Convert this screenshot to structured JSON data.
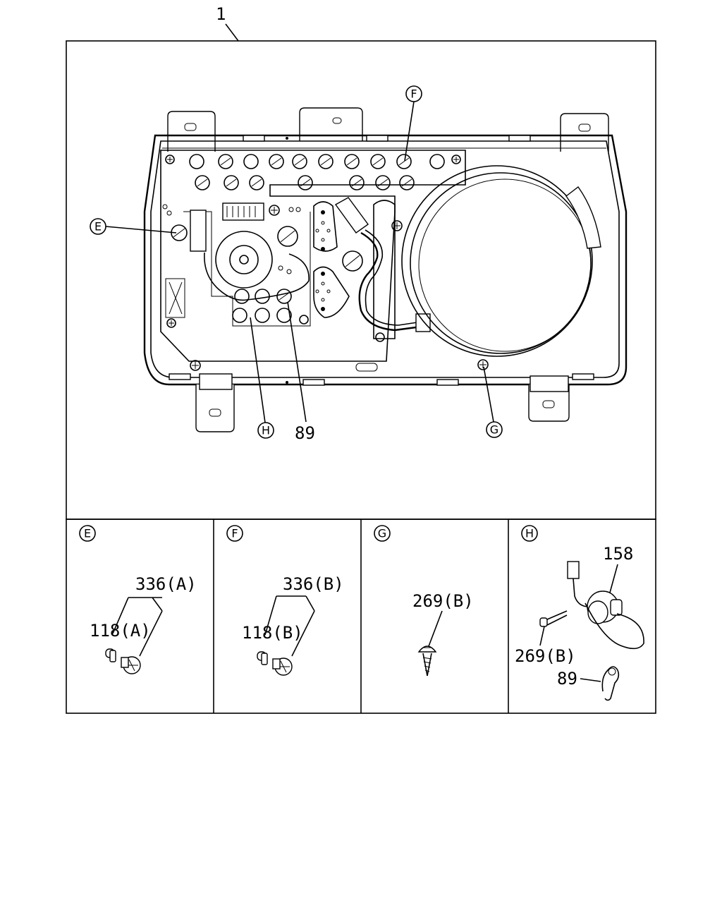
{
  "main_callout": "1",
  "main_view_callouts": {
    "e": "E",
    "f": "F",
    "g": "G",
    "h": "H",
    "clip": "89"
  },
  "detail_panels": [
    {
      "marker": "E",
      "parts": [
        "336(A)",
        "118(A)"
      ]
    },
    {
      "marker": "F",
      "parts": [
        "336(B)",
        "118(B)"
      ]
    },
    {
      "marker": "G",
      "parts": [
        "269(B)"
      ]
    },
    {
      "marker": "H",
      "parts": [
        "158",
        "269(B)",
        "89"
      ]
    }
  ]
}
